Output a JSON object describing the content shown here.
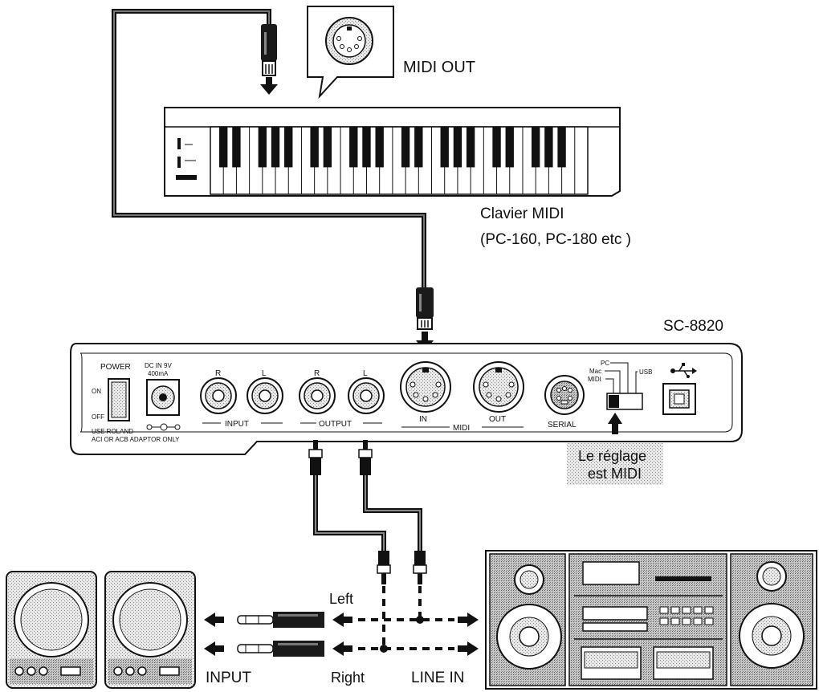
{
  "callout": {
    "midi_out": "MIDI OUT"
  },
  "keyboard": {
    "name": "Clavier MIDI",
    "models": "(PC-160, PC-180 etc )"
  },
  "module": {
    "name": "SC-8820",
    "power": "POWER",
    "on": "ON",
    "off": "OFF",
    "dc_in": "DC IN 9V",
    "current": "400mA",
    "adaptor_note_1": "USE ROLAND",
    "adaptor_note_2": "ACI OR ACB ADAPTOR ONLY",
    "r": "R",
    "l": "L",
    "input": "INPUT",
    "output": "OUTPUT",
    "midi_in": "IN",
    "midi_out": "OUT",
    "midi": "MIDI",
    "serial": "SERIAL",
    "switch_pc": "PC",
    "switch_mac": "Mac",
    "switch_midi": "MIDI",
    "switch_usb": "USB"
  },
  "setting_note": {
    "line1": "Le réglage",
    "line2": "est MIDI"
  },
  "bottom": {
    "left": "Left",
    "right": "Right",
    "input": "INPUT",
    "line_in": "LINE IN"
  }
}
